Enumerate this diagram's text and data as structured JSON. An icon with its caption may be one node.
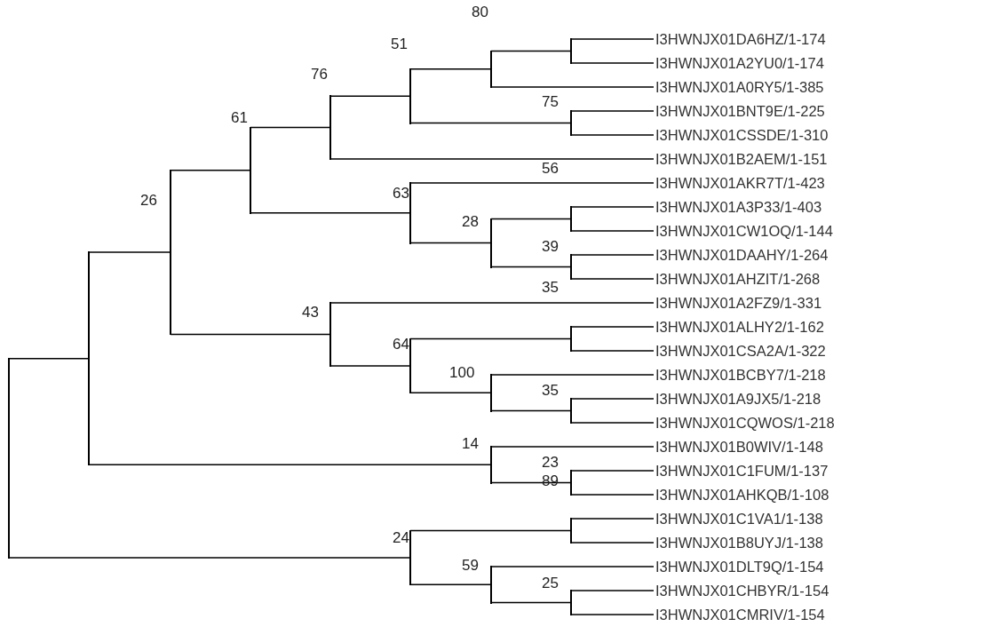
{
  "diagram": {
    "nodes": [
      {
        "text": [
          "I3HWNJX01DA6HZ/1-174"
        ]
      },
      {
        "text": [
          "I3HWNJX01A2YU0/1-174"
        ]
      },
      {
        "text": [
          "I3HWNJX01A0RY5/1-385"
        ]
      },
      {
        "text": [
          "I3HWNJX01BNT9E/1-225"
        ]
      },
      {
        "text": [
          "I3HWNJX01CSSDE/1-310"
        ]
      },
      {
        "text": [
          "I3HWNJX01B2AEM/1-151"
        ]
      },
      {
        "text": [
          "I3HWNJX01AKR7T/1-423"
        ]
      },
      {
        "text": [
          "I3HWNJX01A3P33/1-403"
        ]
      },
      {
        "text": [
          "I3HWNJX01CW1OQ/1-144"
        ]
      },
      {
        "text": [
          "I3HWNJX01DAAHY/1-264"
        ]
      },
      {
        "text": [
          "I3HWNJX01AHZIT/1-268"
        ]
      },
      {
        "text": [
          "I3HWNJX01A2FZ9/1-331"
        ]
      },
      {
        "text": [
          "I3HWNJX01ALHY2/1-162"
        ]
      },
      {
        "text": [
          "I3HWNJX01CSA2A/1-322"
        ]
      },
      {
        "text": [
          "I3HWNJX01BCBY7/1-218"
        ]
      },
      {
        "text": [
          "I3HWNJX01A9JX5/1-218"
        ]
      },
      {
        "text": [
          "I3HWNJX01CQWOS/1-218"
        ]
      },
      {
        "text": [
          "I3HWNJX01B0WIV/1-148"
        ]
      },
      {
        "text": [
          "I3HWNJX01C1FUM/1-137"
        ]
      },
      {
        "text": [
          "I3HWNJX01AHKQB/1-108"
        ]
      },
      {
        "text": [
          "I3HWNJX01C1VA1/1-138"
        ]
      },
      {
        "text": [
          "I3HWNJX01B8UYJ/1-138"
        ]
      },
      {
        "text": [
          "I3HWNJX01DLT9Q/1-154"
        ]
      },
      {
        "text": [
          "I3HWNJX01CHBYR/1-154"
        ]
      },
      {
        "text": [
          "I3HWNJX01CMRIV/1-154"
        ]
      },
      {
        "text": [],
        "shape": "bar"
      },
      {
        "text": [],
        "shape": "bar"
      },
      {
        "text": [],
        "shape": "bar"
      },
      {
        "text": [],
        "shape": "bar"
      },
      {
        "text": [],
        "shape": "bar"
      },
      {
        "text": [],
        "shape": "bar"
      },
      {
        "text": [],
        "shape": "bar"
      },
      {
        "text": [],
        "shape": "bar"
      },
      {
        "text": [],
        "shape": "bar"
      },
      {
        "text": [],
        "shape": "bar"
      },
      {
        "text": [],
        "shape": "bar"
      },
      {
        "text": [],
        "shape": "bar"
      },
      {
        "text": [],
        "shape": "bar"
      },
      {
        "text": [],
        "shape": "bar"
      },
      {
        "text": [],
        "shape": "bar"
      },
      {
        "text": [],
        "shape": "bar"
      },
      {
        "text": [],
        "shape": "bar"
      },
      {
        "text": [],
        "shape": "bar"
      },
      {
        "text": [],
        "shape": "bar"
      },
      {
        "text": [],
        "shape": "bar"
      },
      {
        "text": [],
        "shape": "bar"
      },
      {
        "text": [],
        "shape": "bar"
      },
      {
        "text": [],
        "shape": "bar"
      },
      {
        "text": [],
        "shape": "bar"
      }
    ],
    "edges": [
      {
        "from": 25,
        "to": 26,
        "arrow": "none"
      },
      {
        "from": 26,
        "to": 27,
        "arrow": "none"
      },
      {
        "from": 27,
        "to": 28,
        "arrow": "none"
      },
      {
        "from": 28,
        "to": 29,
        "arrow": "none"
      },
      {
        "from": 29,
        "to": 30,
        "arrow": "none"
      },
      {
        "from": 30,
        "to": 31,
        "arrow": "none"
      },
      {
        "from": 31,
        "to": 32,
        "arrow": "none"
      },
      {
        "from": 32,
        "to": 0,
        "arrow": "none"
      },
      {
        "from": 32,
        "to": 1,
        "arrow": "none"
      },
      {
        "from": 31,
        "to": 2,
        "arrow": "none"
      },
      {
        "from": 30,
        "to": 33,
        "arrow": "none"
      },
      {
        "from": 33,
        "to": 3,
        "arrow": "none"
      },
      {
        "from": 33,
        "to": 4,
        "arrow": "none"
      },
      {
        "from": 29,
        "to": 5,
        "arrow": "none"
      },
      {
        "from": 28,
        "to": 34,
        "arrow": "none"
      },
      {
        "from": 34,
        "to": 6,
        "arrow": "none"
      },
      {
        "from": 34,
        "to": 35,
        "arrow": "none"
      },
      {
        "from": 35,
        "to": 36,
        "arrow": "none"
      },
      {
        "from": 36,
        "to": 7,
        "arrow": "none"
      },
      {
        "from": 36,
        "to": 8,
        "arrow": "none"
      },
      {
        "from": 35,
        "to": 37,
        "arrow": "none"
      },
      {
        "from": 37,
        "to": 9,
        "arrow": "none"
      },
      {
        "from": 37,
        "to": 10,
        "arrow": "none"
      },
      {
        "from": 27,
        "to": 38,
        "arrow": "none"
      },
      {
        "from": 38,
        "to": 11,
        "arrow": "none"
      },
      {
        "from": 38,
        "to": 39,
        "arrow": "none"
      },
      {
        "from": 39,
        "to": 40,
        "arrow": "none"
      },
      {
        "from": 40,
        "to": 12,
        "arrow": "none"
      },
      {
        "from": 40,
        "to": 13,
        "arrow": "none"
      },
      {
        "from": 39,
        "to": 41,
        "arrow": "none"
      },
      {
        "from": 41,
        "to": 14,
        "arrow": "none"
      },
      {
        "from": 41,
        "to": 42,
        "arrow": "none"
      },
      {
        "from": 42,
        "to": 15,
        "arrow": "none"
      },
      {
        "from": 42,
        "to": 16,
        "arrow": "none"
      },
      {
        "from": 26,
        "to": 43,
        "arrow": "none"
      },
      {
        "from": 43,
        "to": 17,
        "arrow": "none"
      },
      {
        "from": 43,
        "to": 44,
        "arrow": "none"
      },
      {
        "from": 44,
        "to": 18,
        "arrow": "none"
      },
      {
        "from": 44,
        "to": 19,
        "arrow": "none"
      },
      {
        "from": 25,
        "to": 45,
        "arrow": "none"
      },
      {
        "from": 45,
        "to": 46,
        "arrow": "none"
      },
      {
        "from": 46,
        "to": 20,
        "arrow": "none"
      },
      {
        "from": 46,
        "to": 21,
        "arrow": "none"
      },
      {
        "from": 45,
        "to": 47,
        "arrow": "none"
      },
      {
        "from": 47,
        "to": 22,
        "arrow": "none"
      },
      {
        "from": 47,
        "to": 48,
        "arrow": "none"
      },
      {
        "from": 48,
        "to": 23,
        "arrow": "none"
      },
      {
        "from": 48,
        "to": 24,
        "arrow": "none"
      }
    ],
    "labels": [
      "80",
      "51",
      "76",
      "75",
      "61",
      "56",
      "63",
      "26",
      "28",
      "39",
      "35",
      "43",
      "64",
      "100",
      "35",
      "14",
      "23",
      "89",
      "24",
      "59",
      "25"
    ]
  }
}
